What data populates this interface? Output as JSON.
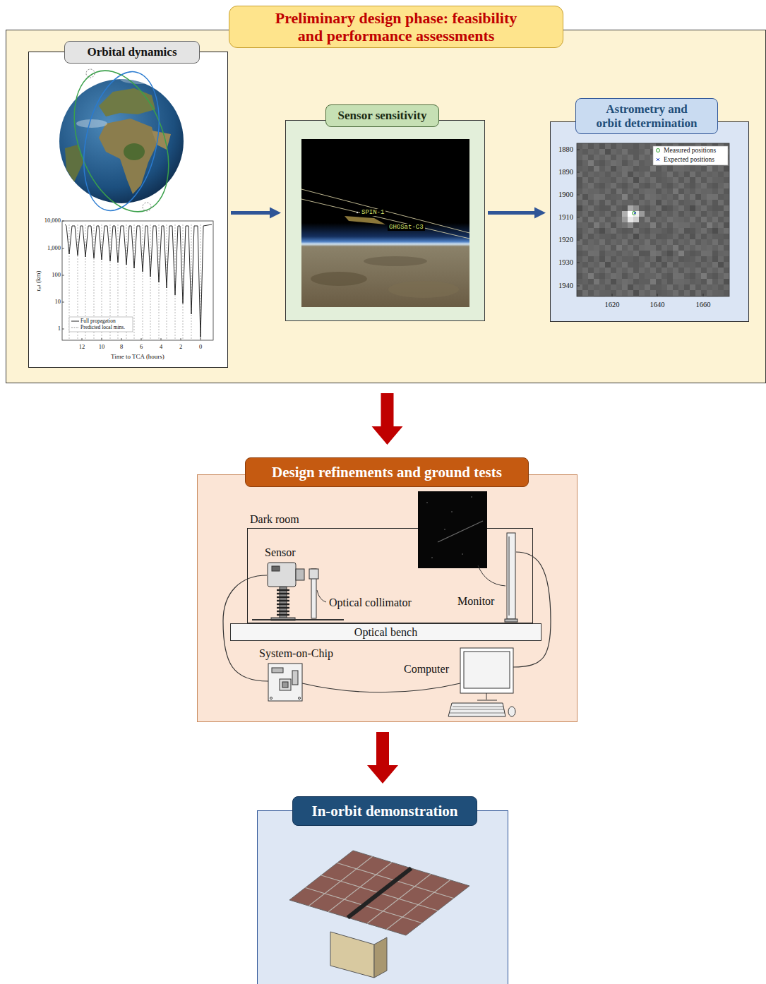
{
  "diagram": {
    "nodes": [
      {
        "text": [
          "Preliminary design phase: feasibility and performance assessments"
        ]
      },
      {
        "text": [
          "Orbital dynamics"
        ],
        "in": 0
      },
      {
        "text": [
          "Sensor sensitivity"
        ],
        "in": 0
      },
      {
        "text": [
          "Astrometry and orbit determination"
        ],
        "in": 0
      },
      {
        "text": [
          "Design refinements and ground tests"
        ]
      },
      {
        "text": [
          "Dark room"
        ],
        "in": 4
      },
      {
        "text": [
          "Optical bench"
        ],
        "in": 4
      },
      {
        "text": [
          "In-orbit demonstration"
        ]
      }
    ],
    "edges": [
      {
        "from": 1,
        "to": 2,
        "arrow": "to"
      },
      {
        "from": 2,
        "to": 3,
        "arrow": "to"
      },
      {
        "from": 0,
        "to": 4,
        "arrow": "to"
      },
      {
        "from": 4,
        "to": 7,
        "arrow": "to"
      }
    ],
    "labels": [
      "10,000",
      "1,000",
      "100",
      "10",
      "1",
      "rᵣₑₗ (km)",
      "12",
      "10",
      "8",
      "6",
      "4",
      "2",
      "0",
      "Time to TCA (hours)",
      "SPIN-1",
      "GHGSat-C3",
      "1880",
      "1890",
      "1900",
      "1910",
      "1920",
      "1930",
      "1940",
      "1620",
      "1640",
      "1660",
      "Sensor",
      "Optical collimator",
      "Monitor",
      "System-on-Chip",
      "Computer"
    ],
    "legend": [
      {
        "text": "Full propagation"
      },
      {
        "text": "Predicted local mins."
      },
      {
        "text": "Measured positions"
      },
      {
        "text": "Expected positions"
      }
    ]
  }
}
